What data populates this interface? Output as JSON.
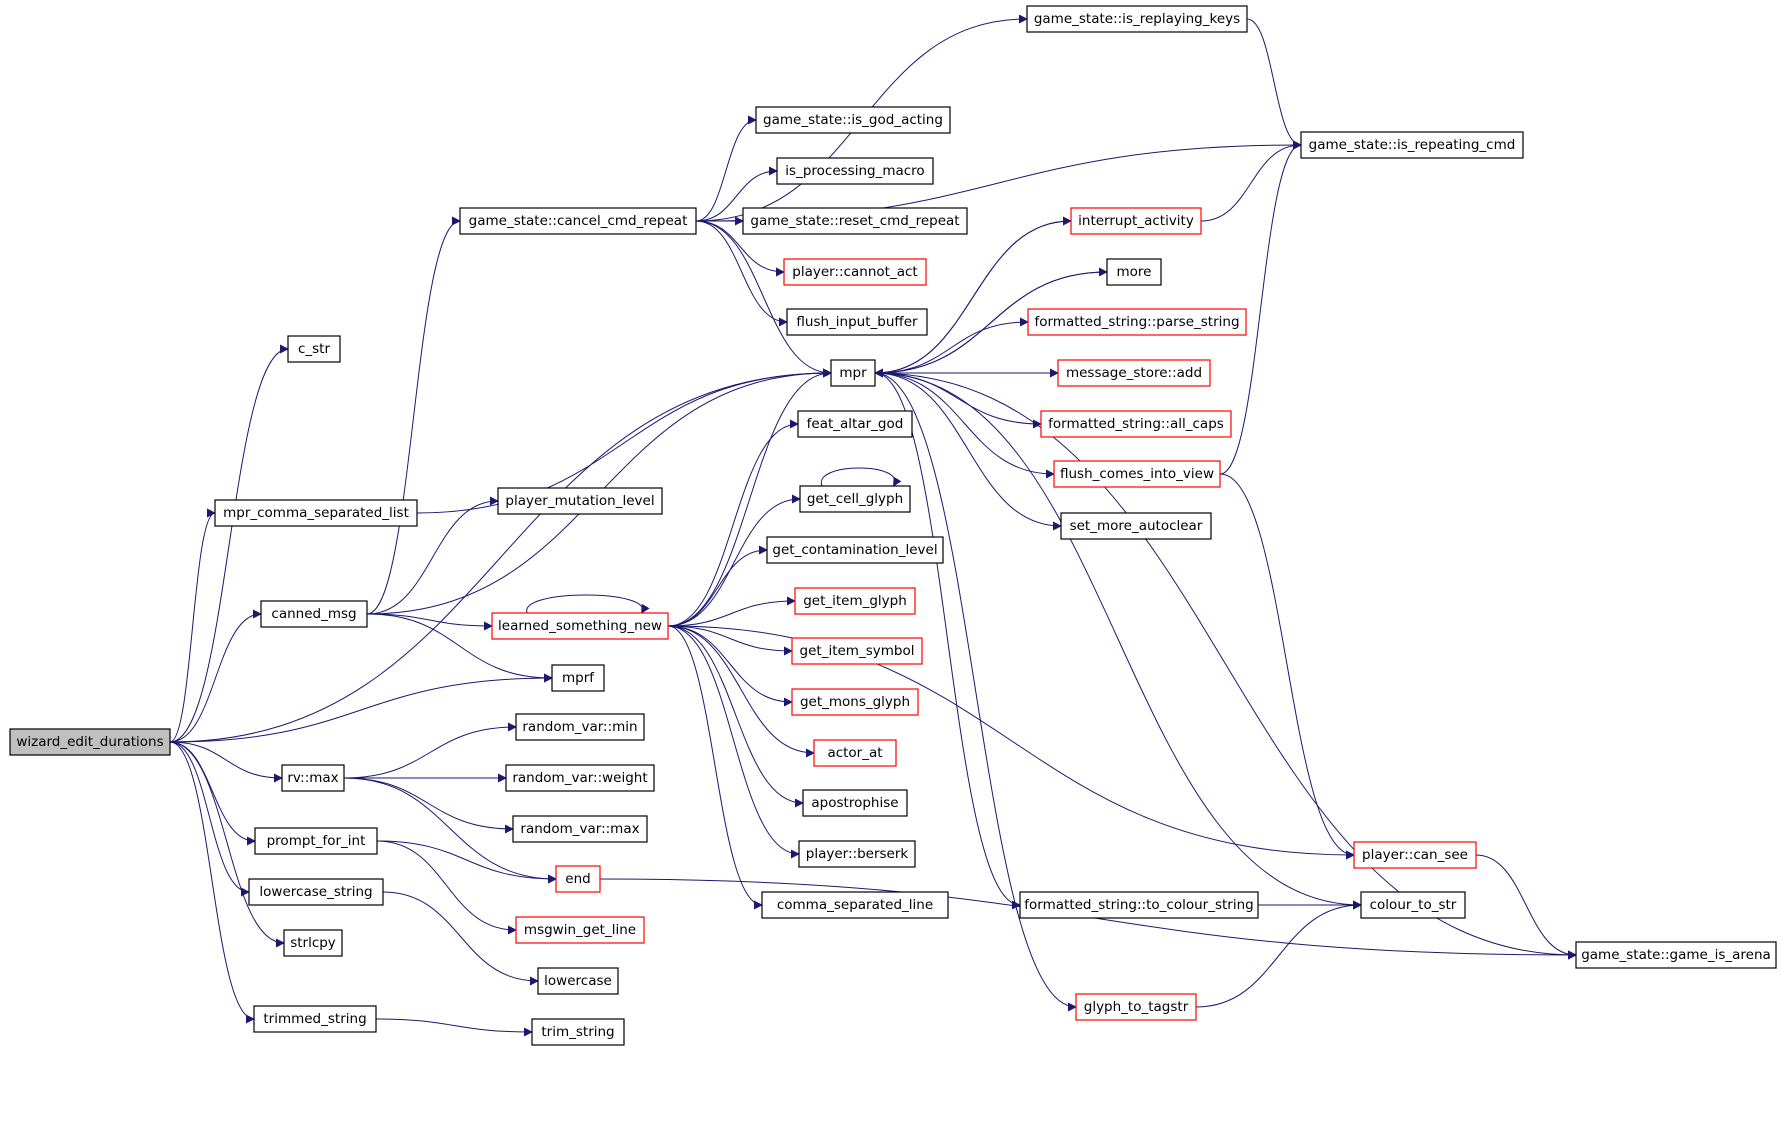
{
  "colors": {
    "edge": "#191970",
    "node_border_ok": "#000000",
    "node_border_incomplete": "#ff0000",
    "root_fill": "#bfbfbf",
    "node_fill": "#ffffff"
  },
  "nodes": [
    {
      "id": "wizard_edit_durations",
      "label": "wizard_edit_durations",
      "style": "root"
    },
    {
      "id": "c_str",
      "label": "c_str",
      "style": "normal"
    },
    {
      "id": "mpr_comma_separated_list",
      "label": "mpr_comma_separated_list",
      "style": "normal"
    },
    {
      "id": "canned_msg",
      "label": "canned_msg",
      "style": "normal"
    },
    {
      "id": "rv_max",
      "label": "rv::max",
      "style": "normal"
    },
    {
      "id": "prompt_for_int",
      "label": "prompt_for_int",
      "style": "normal"
    },
    {
      "id": "lowercase_string",
      "label": "lowercase_string",
      "style": "normal"
    },
    {
      "id": "strlcpy",
      "label": "strlcpy",
      "style": "normal"
    },
    {
      "id": "trimmed_string",
      "label": "trimmed_string",
      "style": "normal"
    },
    {
      "id": "cancel_cmd_repeat",
      "label": "game_state::cancel_cmd_repeat",
      "style": "normal"
    },
    {
      "id": "player_mutation_level",
      "label": "player_mutation_level",
      "style": "normal"
    },
    {
      "id": "learned_something_new",
      "label": "learned_something_new",
      "style": "incomplete"
    },
    {
      "id": "mprf",
      "label": "mprf",
      "style": "normal"
    },
    {
      "id": "random_var_min",
      "label": "random_var::min",
      "style": "normal"
    },
    {
      "id": "random_var_weight",
      "label": "random_var::weight",
      "style": "normal"
    },
    {
      "id": "random_var_max",
      "label": "random_var::max",
      "style": "normal"
    },
    {
      "id": "end",
      "label": "end",
      "style": "incomplete"
    },
    {
      "id": "msgwin_get_line",
      "label": "msgwin_get_line",
      "style": "incomplete"
    },
    {
      "id": "lowercase",
      "label": "lowercase",
      "style": "normal"
    },
    {
      "id": "trim_string",
      "label": "trim_string",
      "style": "normal"
    },
    {
      "id": "is_replaying_keys",
      "label": "game_state::is_replaying_keys",
      "style": "normal"
    },
    {
      "id": "is_god_acting",
      "label": "game_state::is_god_acting",
      "style": "normal"
    },
    {
      "id": "is_processing_macro",
      "label": "is_processing_macro",
      "style": "normal"
    },
    {
      "id": "reset_cmd_repeat",
      "label": "game_state::reset_cmd_repeat",
      "style": "normal"
    },
    {
      "id": "player_cannot_act",
      "label": "player::cannot_act",
      "style": "incomplete"
    },
    {
      "id": "flush_input_buffer",
      "label": "flush_input_buffer",
      "style": "normal"
    },
    {
      "id": "mpr",
      "label": "mpr",
      "style": "normal"
    },
    {
      "id": "feat_altar_god",
      "label": "feat_altar_god",
      "style": "normal"
    },
    {
      "id": "get_cell_glyph",
      "label": "get_cell_glyph",
      "style": "normal"
    },
    {
      "id": "get_contamination_level",
      "label": "get_contamination_level",
      "style": "normal"
    },
    {
      "id": "get_item_glyph",
      "label": "get_item_glyph",
      "style": "incomplete"
    },
    {
      "id": "get_item_symbol",
      "label": "get_item_symbol",
      "style": "incomplete"
    },
    {
      "id": "get_mons_glyph",
      "label": "get_mons_glyph",
      "style": "incomplete"
    },
    {
      "id": "actor_at",
      "label": "actor_at",
      "style": "incomplete"
    },
    {
      "id": "apostrophise",
      "label": "apostrophise",
      "style": "normal"
    },
    {
      "id": "player_berserk",
      "label": "player::berserk",
      "style": "normal"
    },
    {
      "id": "comma_separated_line",
      "label": "comma_separated_line",
      "style": "normal"
    },
    {
      "id": "is_repeating_cmd",
      "label": "game_state::is_repeating_cmd",
      "style": "normal"
    },
    {
      "id": "interrupt_activity",
      "label": "interrupt_activity",
      "style": "incomplete"
    },
    {
      "id": "more",
      "label": "more",
      "style": "normal"
    },
    {
      "id": "parse_string",
      "label": "formatted_string::parse_string",
      "style": "incomplete"
    },
    {
      "id": "message_store_add",
      "label": "message_store::add",
      "style": "incomplete"
    },
    {
      "id": "all_caps",
      "label": "formatted_string::all_caps",
      "style": "incomplete"
    },
    {
      "id": "flush_comes_into_view",
      "label": "flush_comes_into_view",
      "style": "incomplete"
    },
    {
      "id": "set_more_autoclear",
      "label": "set_more_autoclear",
      "style": "normal"
    },
    {
      "id": "player_can_see",
      "label": "player::can_see",
      "style": "incomplete"
    },
    {
      "id": "to_colour_string",
      "label": "formatted_string::to_colour_string",
      "style": "normal"
    },
    {
      "id": "colour_to_str",
      "label": "colour_to_str",
      "style": "normal"
    },
    {
      "id": "game_is_arena",
      "label": "game_state::game_is_arena",
      "style": "normal"
    },
    {
      "id": "glyph_to_tagstr",
      "label": "glyph_to_tagstr",
      "style": "incomplete"
    }
  ],
  "edges": [
    [
      "wizard_edit_durations",
      "c_str"
    ],
    [
      "wizard_edit_durations",
      "mpr"
    ],
    [
      "wizard_edit_durations",
      "mpr_comma_separated_list"
    ],
    [
      "wizard_edit_durations",
      "canned_msg"
    ],
    [
      "wizard_edit_durations",
      "mprf"
    ],
    [
      "wizard_edit_durations",
      "rv_max"
    ],
    [
      "wizard_edit_durations",
      "prompt_for_int"
    ],
    [
      "wizard_edit_durations",
      "lowercase_string"
    ],
    [
      "wizard_edit_durations",
      "strlcpy"
    ],
    [
      "wizard_edit_durations",
      "trimmed_string"
    ],
    [
      "mpr_comma_separated_list",
      "mpr"
    ],
    [
      "canned_msg",
      "cancel_cmd_repeat"
    ],
    [
      "canned_msg",
      "player_mutation_level"
    ],
    [
      "canned_msg",
      "mpr"
    ],
    [
      "canned_msg",
      "learned_something_new"
    ],
    [
      "canned_msg",
      "mprf"
    ],
    [
      "cancel_cmd_repeat",
      "is_replaying_keys"
    ],
    [
      "cancel_cmd_repeat",
      "is_repeating_cmd"
    ],
    [
      "cancel_cmd_repeat",
      "is_god_acting"
    ],
    [
      "cancel_cmd_repeat",
      "is_processing_macro"
    ],
    [
      "cancel_cmd_repeat",
      "reset_cmd_repeat"
    ],
    [
      "cancel_cmd_repeat",
      "player_cannot_act"
    ],
    [
      "cancel_cmd_repeat",
      "flush_input_buffer"
    ],
    [
      "cancel_cmd_repeat",
      "mpr"
    ],
    [
      "is_replaying_keys",
      "is_repeating_cmd"
    ],
    [
      "learned_something_new",
      "learned_something_new"
    ],
    [
      "learned_something_new",
      "mpr"
    ],
    [
      "learned_something_new",
      "feat_altar_god"
    ],
    [
      "learned_something_new",
      "get_cell_glyph"
    ],
    [
      "learned_something_new",
      "get_contamination_level"
    ],
    [
      "learned_something_new",
      "get_item_glyph"
    ],
    [
      "learned_something_new",
      "get_item_symbol"
    ],
    [
      "learned_something_new",
      "get_mons_glyph"
    ],
    [
      "learned_something_new",
      "actor_at"
    ],
    [
      "learned_something_new",
      "apostrophise"
    ],
    [
      "learned_something_new",
      "player_berserk"
    ],
    [
      "learned_something_new",
      "comma_separated_line"
    ],
    [
      "learned_something_new",
      "player_can_see"
    ],
    [
      "get_cell_glyph",
      "get_cell_glyph"
    ],
    [
      "rv_max",
      "random_var_min"
    ],
    [
      "rv_max",
      "random_var_weight"
    ],
    [
      "rv_max",
      "random_var_max"
    ],
    [
      "rv_max",
      "end"
    ],
    [
      "prompt_for_int",
      "end"
    ],
    [
      "prompt_for_int",
      "msgwin_get_line"
    ],
    [
      "lowercase_string",
      "lowercase"
    ],
    [
      "trimmed_string",
      "trim_string"
    ],
    [
      "end",
      "game_is_arena"
    ],
    [
      "mpr",
      "interrupt_activity"
    ],
    [
      "mpr",
      "more"
    ],
    [
      "mpr",
      "parse_string"
    ],
    [
      "mpr",
      "message_store_add"
    ],
    [
      "mpr",
      "all_caps"
    ],
    [
      "mpr",
      "flush_comes_into_view"
    ],
    [
      "mpr",
      "set_more_autoclear"
    ],
    [
      "mpr",
      "to_colour_string"
    ],
    [
      "mpr",
      "colour_to_str"
    ],
    [
      "mpr",
      "game_is_arena"
    ],
    [
      "mpr",
      "glyph_to_tagstr"
    ],
    [
      "interrupt_activity",
      "mpr"
    ],
    [
      "interrupt_activity",
      "is_repeating_cmd"
    ],
    [
      "more",
      "mpr"
    ],
    [
      "flush_comes_into_view",
      "is_repeating_cmd"
    ],
    [
      "flush_comes_into_view",
      "player_can_see"
    ],
    [
      "player_can_see",
      "game_is_arena"
    ],
    [
      "to_colour_string",
      "colour_to_str"
    ],
    [
      "glyph_to_tagstr",
      "colour_to_str"
    ]
  ]
}
